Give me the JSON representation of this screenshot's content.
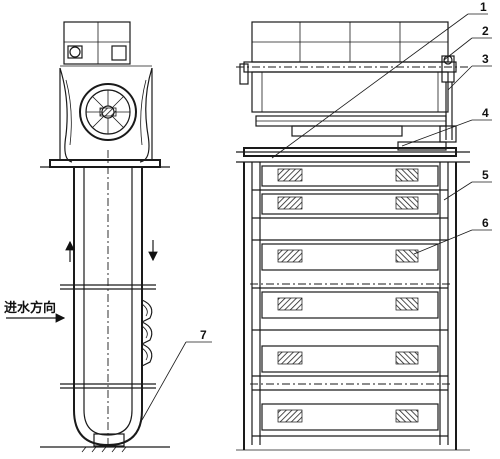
{
  "inlet_label": "进水方向",
  "callouts": [
    "1",
    "2",
    "3",
    "4",
    "5",
    "6",
    "7"
  ],
  "colors": {
    "line": "#1a1a1a",
    "background": "#ffffff"
  }
}
